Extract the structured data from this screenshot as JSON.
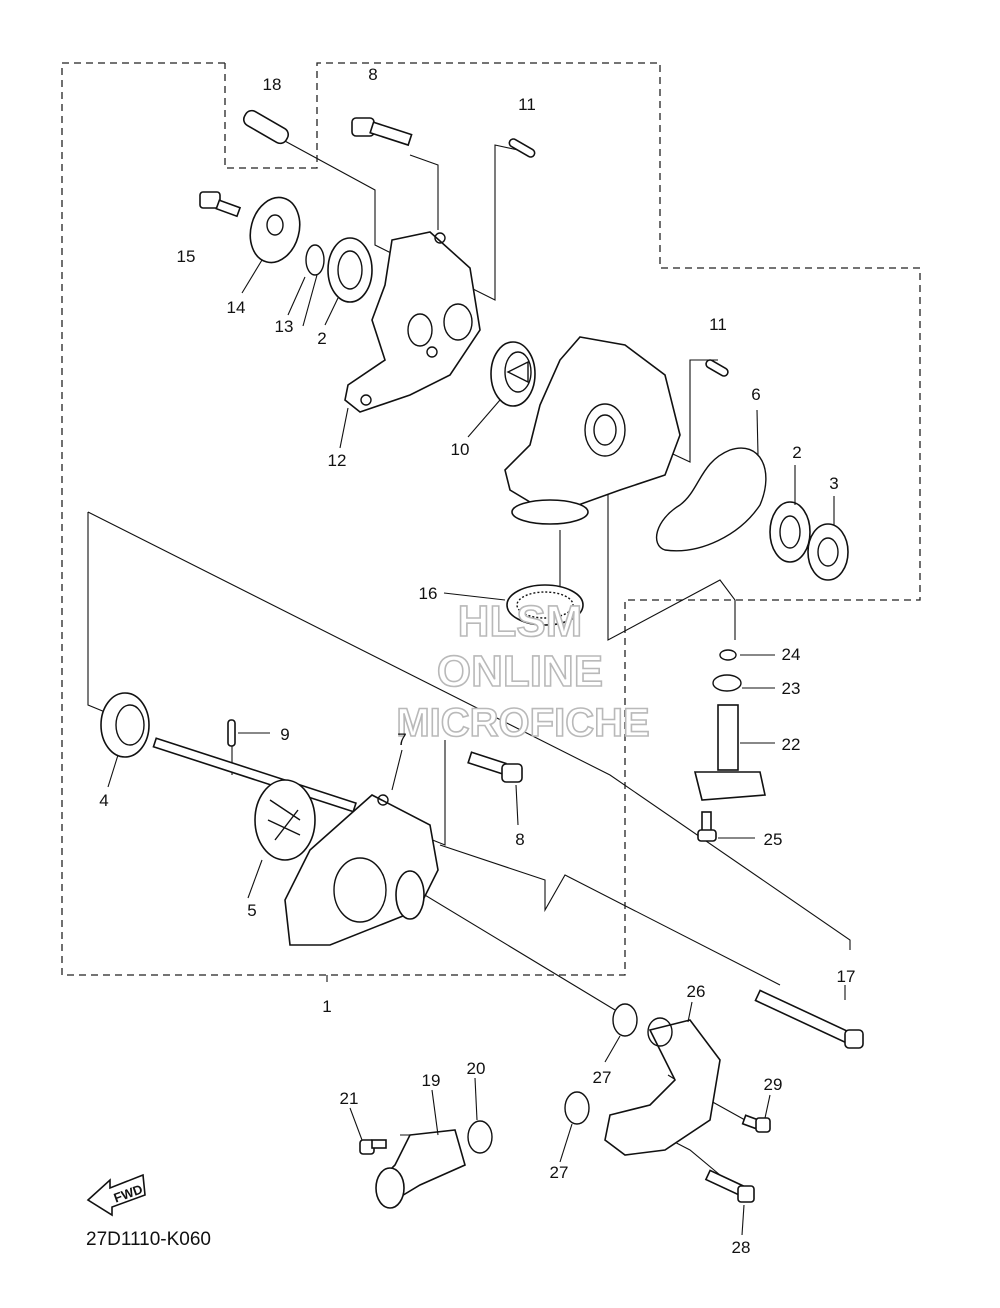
{
  "diagram": {
    "code": "27D1110-K060",
    "fwd_label": "FWD",
    "watermark": [
      "HLSM",
      "ONLINE",
      "MICROFICHE"
    ],
    "callouts": [
      {
        "id": "c18",
        "label": "18"
      },
      {
        "id": "c8a",
        "label": "8"
      },
      {
        "id": "c11a",
        "label": "11"
      },
      {
        "id": "c15",
        "label": "15"
      },
      {
        "id": "c14",
        "label": "14"
      },
      {
        "id": "c13",
        "label": "13"
      },
      {
        "id": "c2a",
        "label": "2"
      },
      {
        "id": "c12",
        "label": "12"
      },
      {
        "id": "c10",
        "label": "10"
      },
      {
        "id": "c11b",
        "label": "11"
      },
      {
        "id": "c6",
        "label": "6"
      },
      {
        "id": "c2b",
        "label": "2"
      },
      {
        "id": "c3",
        "label": "3"
      },
      {
        "id": "c16",
        "label": "16"
      },
      {
        "id": "c24",
        "label": "24"
      },
      {
        "id": "c23",
        "label": "23"
      },
      {
        "id": "c22",
        "label": "22"
      },
      {
        "id": "c25",
        "label": "25"
      },
      {
        "id": "c9",
        "label": "9"
      },
      {
        "id": "c7",
        "label": "7"
      },
      {
        "id": "c4",
        "label": "4"
      },
      {
        "id": "c8b",
        "label": "8"
      },
      {
        "id": "c5",
        "label": "5"
      },
      {
        "id": "c17",
        "label": "17"
      },
      {
        "id": "c1",
        "label": "1"
      },
      {
        "id": "c26",
        "label": "26"
      },
      {
        "id": "c27a",
        "label": "27"
      },
      {
        "id": "c20",
        "label": "20"
      },
      {
        "id": "c19",
        "label": "19"
      },
      {
        "id": "c21",
        "label": "21"
      },
      {
        "id": "c29",
        "label": "29"
      },
      {
        "id": "c27b",
        "label": "27"
      },
      {
        "id": "c28",
        "label": "28"
      }
    ]
  }
}
